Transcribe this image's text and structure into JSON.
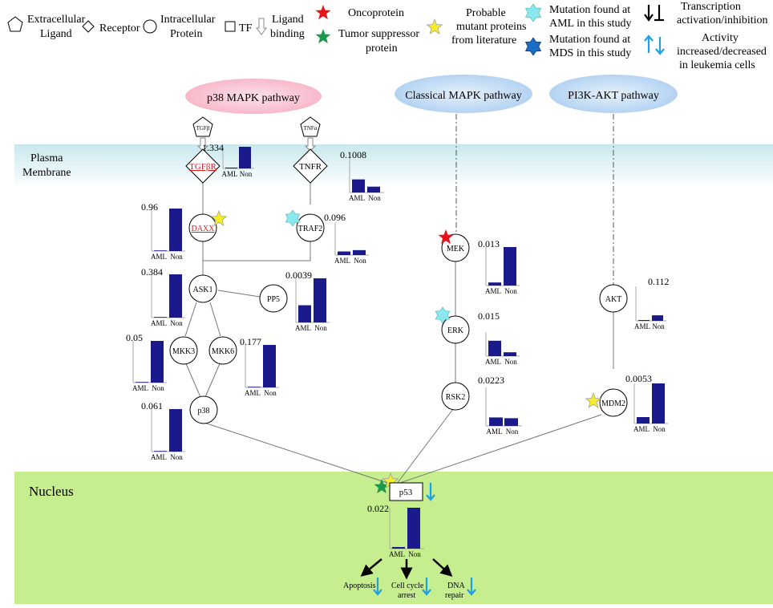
{
  "legend": {
    "extracellular_ligand": [
      "Extracellular",
      "Ligand"
    ],
    "receptor": "Receptor",
    "intracellular_protein": [
      "Intracellular",
      "Protein"
    ],
    "tf": "TF",
    "ligand_binding": [
      "Ligand",
      "binding"
    ],
    "oncoprotein": "Oncoprotein",
    "tumor_suppressor": [
      "Tumor suppressor",
      "protein"
    ],
    "probable_mutant": [
      "Probable",
      "mutant proteins",
      "from literature"
    ],
    "mutation_aml": [
      "Mutation found at",
      "AML in this study"
    ],
    "mutation_mds": [
      "Mutation found at",
      "MDS in this study"
    ],
    "transcription": [
      "Transcription",
      "activation/inhibition"
    ],
    "activity": [
      "Activity",
      "increased/decreased",
      "in leukemia cells"
    ]
  },
  "colors": {
    "oncoprotein_star": "#e8141c",
    "tumor_suppressor_star": "#1a9a4a",
    "probable_mutant_star": "#f6ec2a",
    "aml_mutation_star": "#8ae8ee",
    "mds_mutation_star": "#1a6cc4",
    "bar_fill": "#1a1a8c",
    "activity_arrow": "#1ea0e6",
    "nucleus_bg": "#c6ee8e",
    "membrane_band": "#c8e8ee",
    "p38_pathway_fill": "#f6b0c4",
    "blue_pathway_fill": "#aacdf0"
  },
  "pathways": {
    "p38": "p38 MAPK pathway",
    "classical": "Classical MAPK pathway",
    "pi3k": "PI3K-AKT pathway"
  },
  "regions": {
    "membrane": [
      "Plasma",
      "Membrane"
    ],
    "nucleus": "Nucleus"
  },
  "ligands": {
    "tgfb": "TGFβ",
    "tnfa": "TNFα"
  },
  "receptors": {
    "tgfbr": "TGFβR",
    "tnfr": "TNFR"
  },
  "proteins": {
    "daxx": "DAXX",
    "traf2": "TRAF2",
    "ask1": "ASK1",
    "pp5": "PP5",
    "mkk3": "MKK3",
    "mkk6": "MKK6",
    "p38": "p38",
    "mek": "MEK",
    "erk": "ERK",
    "rsk2": "RSK2",
    "akt": "AKT",
    "mdm2": "MDM2"
  },
  "tf": {
    "p53": "p53"
  },
  "outcomes": {
    "apoptosis": "Apoptosis",
    "cell_cycle": [
      "Cell cycle",
      "arrest"
    ],
    "dna_repair": [
      "DNA",
      "repair"
    ]
  },
  "bar_labels": {
    "aml": "AML",
    "non": "Non"
  },
  "chart_data": [
    {
      "type": "bar",
      "id": "tgfbr",
      "value_label": "1.334",
      "categories": [
        "AML",
        "Non"
      ],
      "values": [
        0.04,
        1.0
      ]
    },
    {
      "type": "bar",
      "id": "tnfr",
      "value_label": "0.1008",
      "categories": [
        "AML",
        "Non"
      ],
      "values": [
        0.38,
        0.17
      ]
    },
    {
      "type": "bar",
      "id": "daxx",
      "value_label": "0.96",
      "categories": [
        "AML",
        "Non"
      ],
      "values": [
        0.0,
        1.0
      ]
    },
    {
      "type": "bar",
      "id": "traf2",
      "value_label": "0.096",
      "categories": [
        "AML",
        "Non"
      ],
      "values": [
        0.11,
        0.15
      ]
    },
    {
      "type": "bar",
      "id": "ask1",
      "value_label": "0.384",
      "categories": [
        "AML",
        "Non"
      ],
      "values": [
        0.0,
        1.0
      ]
    },
    {
      "type": "bar",
      "id": "pp5",
      "value_label": "0.0039",
      "categories": [
        "AML",
        "Non"
      ],
      "values": [
        0.39,
        1.0
      ]
    },
    {
      "type": "bar",
      "id": "mkk3",
      "value_label": "0.05",
      "categories": [
        "AML",
        "Non"
      ],
      "values": [
        0.0,
        1.0
      ]
    },
    {
      "type": "bar",
      "id": "mkk6",
      "value_label": "0.177",
      "categories": [
        "AML",
        "Non"
      ],
      "values": [
        0.0,
        1.0
      ]
    },
    {
      "type": "bar",
      "id": "p38",
      "value_label": "0.061",
      "categories": [
        "AML",
        "Non"
      ],
      "values": [
        0.0,
        1.0
      ]
    },
    {
      "type": "bar",
      "id": "mek",
      "value_label": "0.013",
      "categories": [
        "AML",
        "Non"
      ],
      "values": [
        0.08,
        1.0
      ]
    },
    {
      "type": "bar",
      "id": "erk",
      "value_label": "0.015",
      "categories": [
        "AML",
        "Non"
      ],
      "values": [
        0.64,
        0.16
      ]
    },
    {
      "type": "bar",
      "id": "rsk2",
      "value_label": "0.0223",
      "categories": [
        "AML",
        "Non"
      ],
      "values": [
        0.22,
        0.2
      ]
    },
    {
      "type": "bar",
      "id": "akt",
      "value_label": "0.112",
      "categories": [
        "AML",
        "Non"
      ],
      "values": [
        0.02,
        0.16
      ]
    },
    {
      "type": "bar",
      "id": "mdm2",
      "value_label": "0.0053",
      "categories": [
        "AML",
        "Non"
      ],
      "values": [
        0.16,
        1.0
      ]
    },
    {
      "type": "bar",
      "id": "p53",
      "value_label": "0.022",
      "categories": [
        "AML",
        "Non"
      ],
      "values": [
        0.04,
        1.0
      ]
    }
  ]
}
